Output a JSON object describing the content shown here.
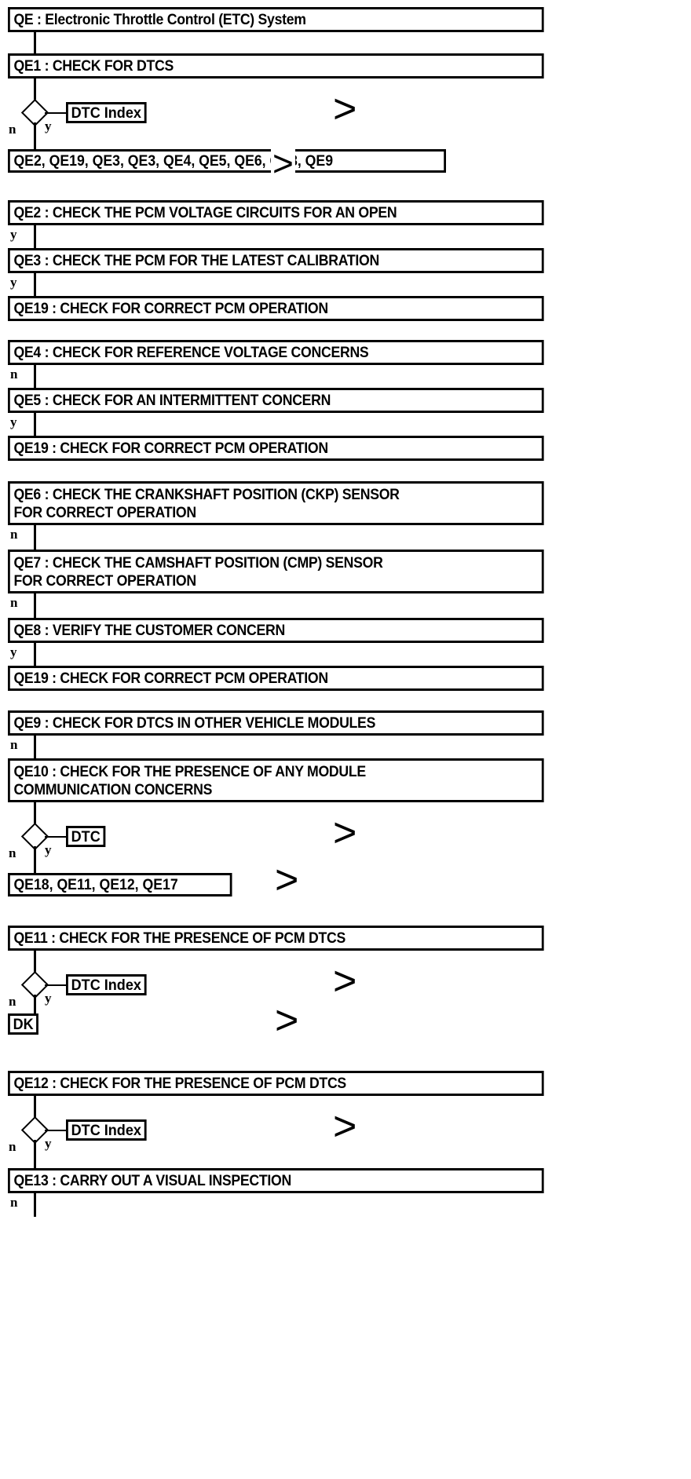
{
  "diagram": {
    "title": "QE : Electronic Throttle Control (ETC) System",
    "type": "flowchart",
    "steps": [
      {
        "id": "QE",
        "label": "QE : Electronic Throttle Control (ETC) System"
      },
      {
        "id": "QE1",
        "label": "QE1 : CHECK FOR DTCS"
      },
      {
        "id": "QE2",
        "label": "QE2 : CHECK THE PCM VOLTAGE CIRCUITS FOR AN OPEN"
      },
      {
        "id": "QE3",
        "label": "QE3 : CHECK THE PCM FOR THE LATEST CALIBRATION"
      },
      {
        "id": "QE19a",
        "label": "QE19 : CHECK FOR CORRECT PCM OPERATION"
      },
      {
        "id": "QE4",
        "label": "QE4 : CHECK FOR REFERENCE VOLTAGE CONCERNS"
      },
      {
        "id": "QE5",
        "label": "QE5 : CHECK FOR AN INTERMITTENT CONCERN"
      },
      {
        "id": "QE19b",
        "label": "QE19 : CHECK FOR CORRECT PCM OPERATION"
      },
      {
        "id": "QE6",
        "label": "QE6 : CHECK THE CRANKSHAFT POSITION (CKP) SENSOR\nFOR CORRECT OPERATION"
      },
      {
        "id": "QE7",
        "label": "QE7 : CHECK THE CAMSHAFT POSITION (CMP) SENSOR\nFOR CORRECT OPERATION"
      },
      {
        "id": "QE8",
        "label": "QE8 : VERIFY THE CUSTOMER CONCERN"
      },
      {
        "id": "QE19c",
        "label": "QE19 : CHECK FOR CORRECT PCM OPERATION"
      },
      {
        "id": "QE9",
        "label": "QE9 : CHECK FOR DTCS IN OTHER VEHICLE MODULES"
      },
      {
        "id": "QE10",
        "label": "QE10 : CHECK FOR THE PRESENCE OF ANY MODULE\nCOMMUNICATION CONCERNS"
      },
      {
        "id": "QE11",
        "label": "QE11 : CHECK FOR THE PRESENCE OF PCM DTCS"
      },
      {
        "id": "QE12",
        "label": "QE12 : CHECK FOR THE PRESENCE OF PCM DTCS"
      },
      {
        "id": "QE13",
        "label": "QE13 : CARRY OUT A VISUAL INSPECTION"
      }
    ],
    "refs": {
      "dtc_index_1": "DTC Index",
      "dtc_index_2": "DTC Index",
      "dtc_index_3": "DTC Index",
      "dtc": "DTC",
      "dk": "DK"
    },
    "lists": {
      "goto_list_1_left": "QE2, QE19, QE3, QE3, QE4, QE",
      "goto_list_1_right": ", QE6, QE8, QE9",
      "goto_list_1_full": "QE2, QE19, QE3, QE3, QE4, QE5, QE6, QE8, QE9",
      "goto_list_2": "QE18, QE11, QE12, QE17"
    },
    "branch_labels": {
      "yes": "y",
      "no": "n"
    },
    "chevron": ">",
    "colors": {
      "stroke": "#000000",
      "background": "#ffffff",
      "text": "#000000"
    }
  }
}
